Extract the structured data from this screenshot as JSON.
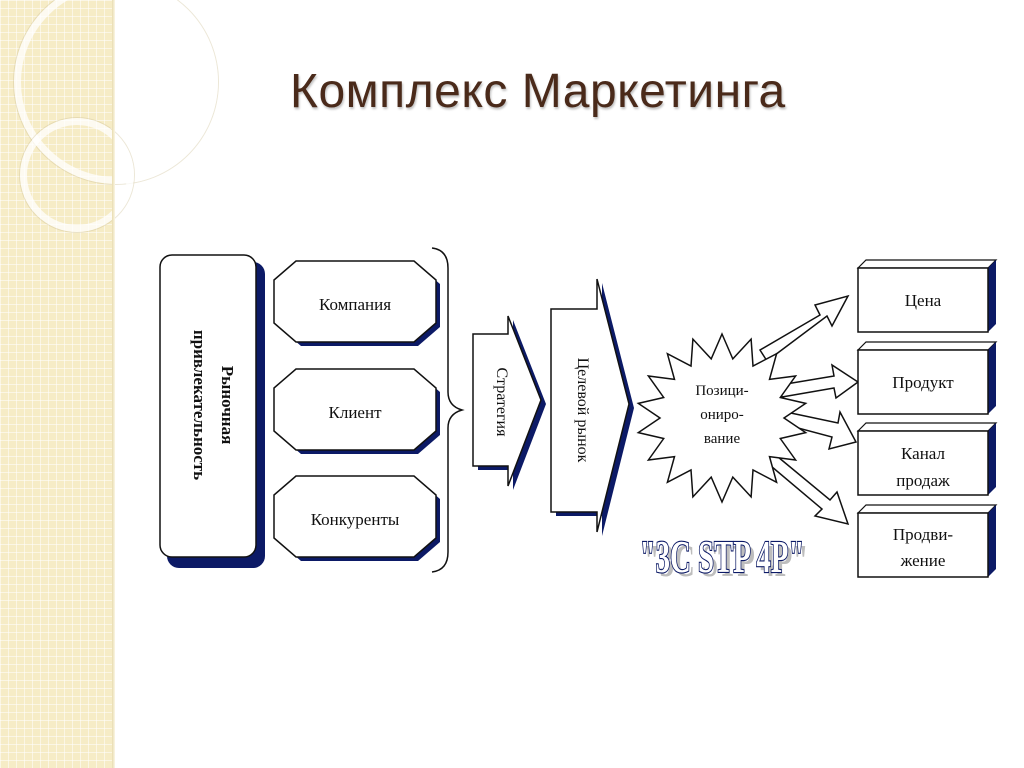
{
  "title": "Комплекс Маркетинга",
  "diagram": {
    "attractiveness_lines": [
      "Рыночная",
      "привлекательность"
    ],
    "c3": [
      "Компания",
      "Клиент",
      "Конкуренты"
    ],
    "strategy": "Стратегия",
    "target_market": "Целевой рынок",
    "positioning_lines": [
      "Позици-",
      "ониро-",
      "вание"
    ],
    "p4": [
      {
        "lines": [
          "Цена"
        ]
      },
      {
        "lines": [
          "Продукт"
        ]
      },
      {
        "lines": [
          "Канал",
          "продаж"
        ]
      },
      {
        "lines": [
          "Продви-",
          "жение"
        ]
      }
    ],
    "formula": "\"3С STP 4P\""
  },
  "colors": {
    "title": "#4a2a1a",
    "sidebar": "#f6ecc6",
    "frame_stroke": "#111111",
    "shadow": "#0c1a66"
  }
}
